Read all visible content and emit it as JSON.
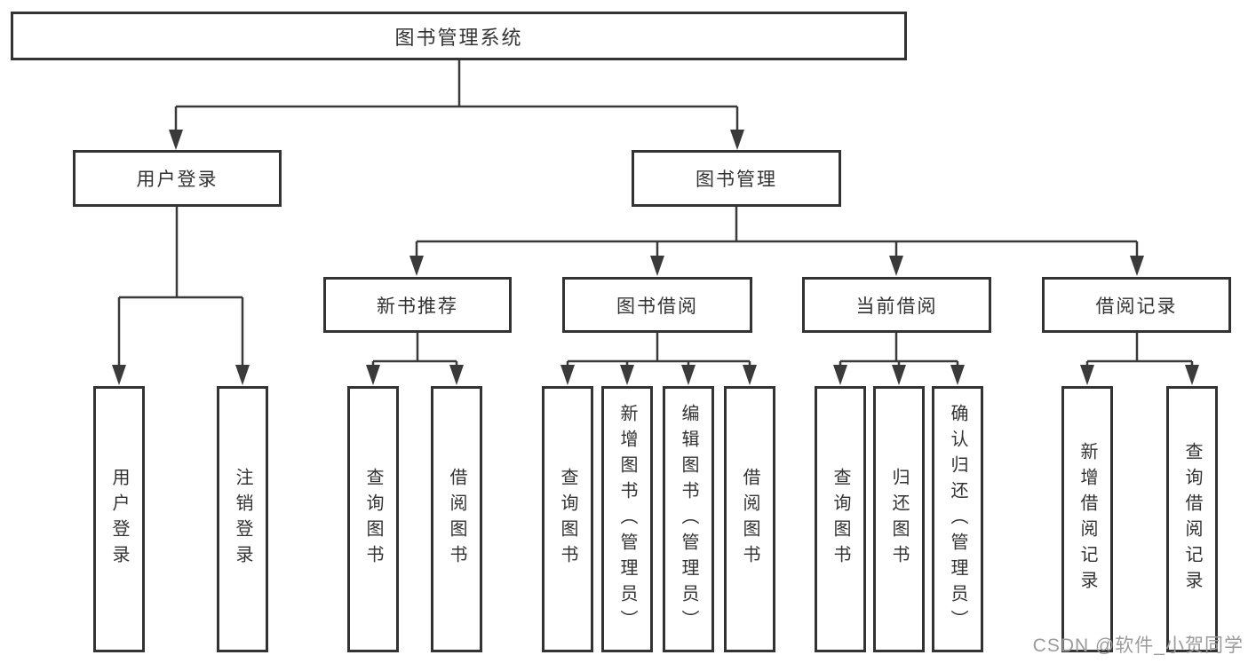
{
  "watermark": {
    "text": "CSDN @软件_小贺同学"
  },
  "colors": {
    "line": "#3a3a3a",
    "box_border": "#333333",
    "text": "#333333",
    "background": "#ffffff",
    "watermark_text": "#9b9b9b"
  },
  "tree": {
    "label": "图书管理系统",
    "children": [
      {
        "label": "用户登录",
        "children": [
          {
            "label": "用户登录"
          },
          {
            "label": "注销登录"
          }
        ]
      },
      {
        "label": "图书管理",
        "children": [
          {
            "label": "新书推荐",
            "children": [
              {
                "label": "查询图书"
              },
              {
                "label": "借阅图书"
              }
            ]
          },
          {
            "label": "图书借阅",
            "children": [
              {
                "label": "查询图书"
              },
              {
                "label": "新增图书（管理员）"
              },
              {
                "label": "编辑图书（管理员）"
              },
              {
                "label": "借阅图书"
              }
            ]
          },
          {
            "label": "当前借阅",
            "children": [
              {
                "label": "查询图书"
              },
              {
                "label": "归还图书"
              },
              {
                "label": "确认归还（管理员）"
              }
            ]
          },
          {
            "label": "借阅记录",
            "children": [
              {
                "label": "新增借阅记录"
              },
              {
                "label": "查询借阅记录"
              }
            ]
          }
        ]
      }
    ]
  }
}
